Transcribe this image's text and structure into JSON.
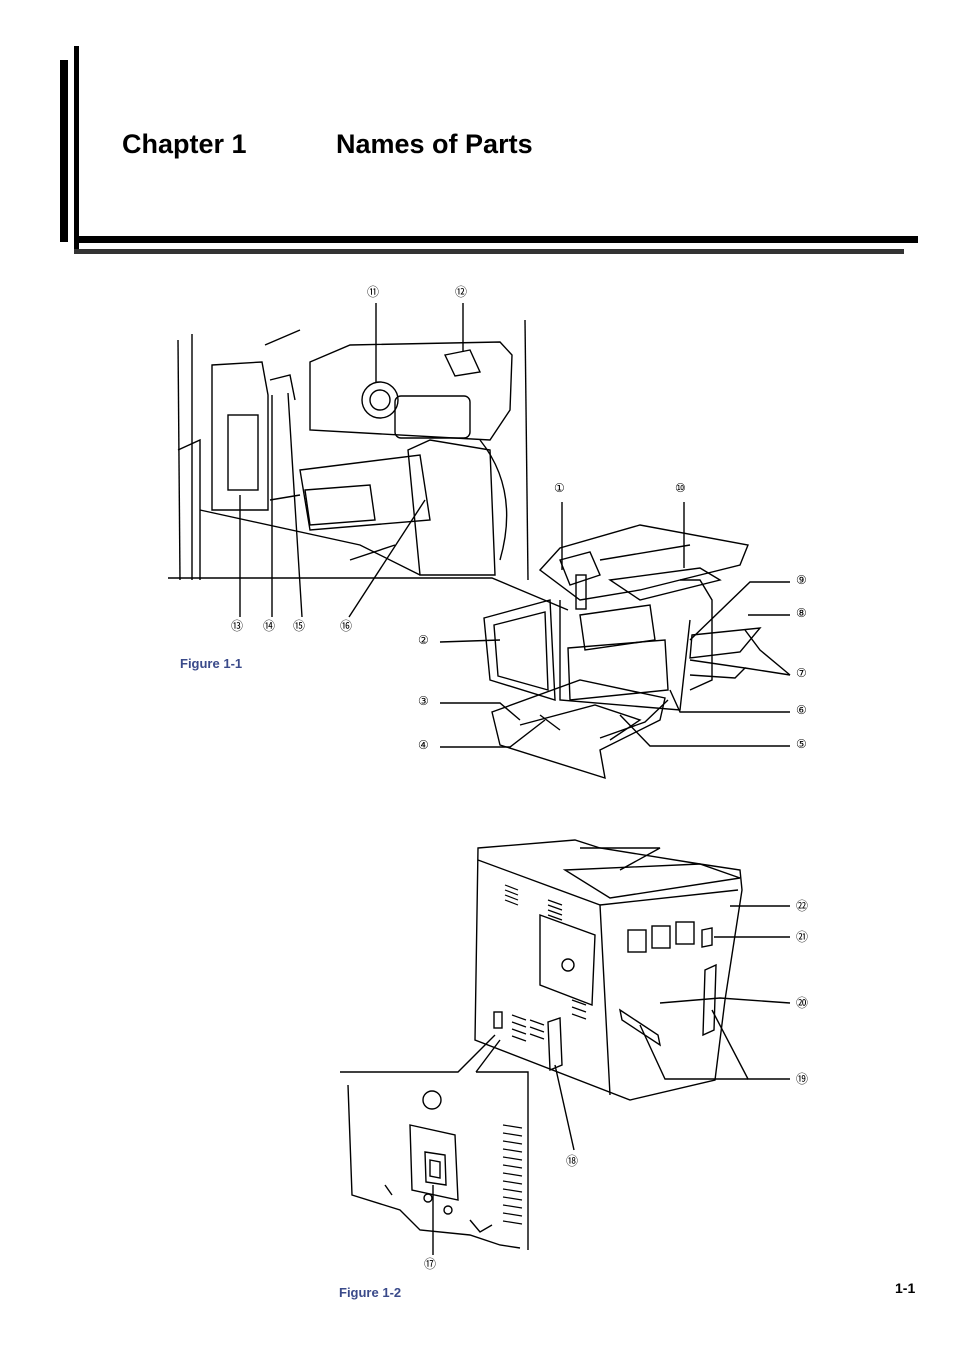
{
  "chapter": {
    "number_label": "Chapter 1",
    "title": "Names of Parts"
  },
  "figure1": {
    "caption": "Figure 1-1",
    "inset_callouts": [
      "⑪",
      "⑫",
      "⑬",
      "⑭",
      "⑮",
      "⑯"
    ],
    "main_callouts": [
      "①",
      "②",
      "③",
      "④",
      "⑤",
      "⑥",
      "⑦",
      "⑧",
      "⑨",
      "⑩"
    ]
  },
  "figure2": {
    "caption": "Figure 1-2",
    "callouts": [
      "⑰",
      "⑱",
      "⑲",
      "⑳",
      "㉑",
      "㉒"
    ]
  },
  "page_number": "1-1"
}
